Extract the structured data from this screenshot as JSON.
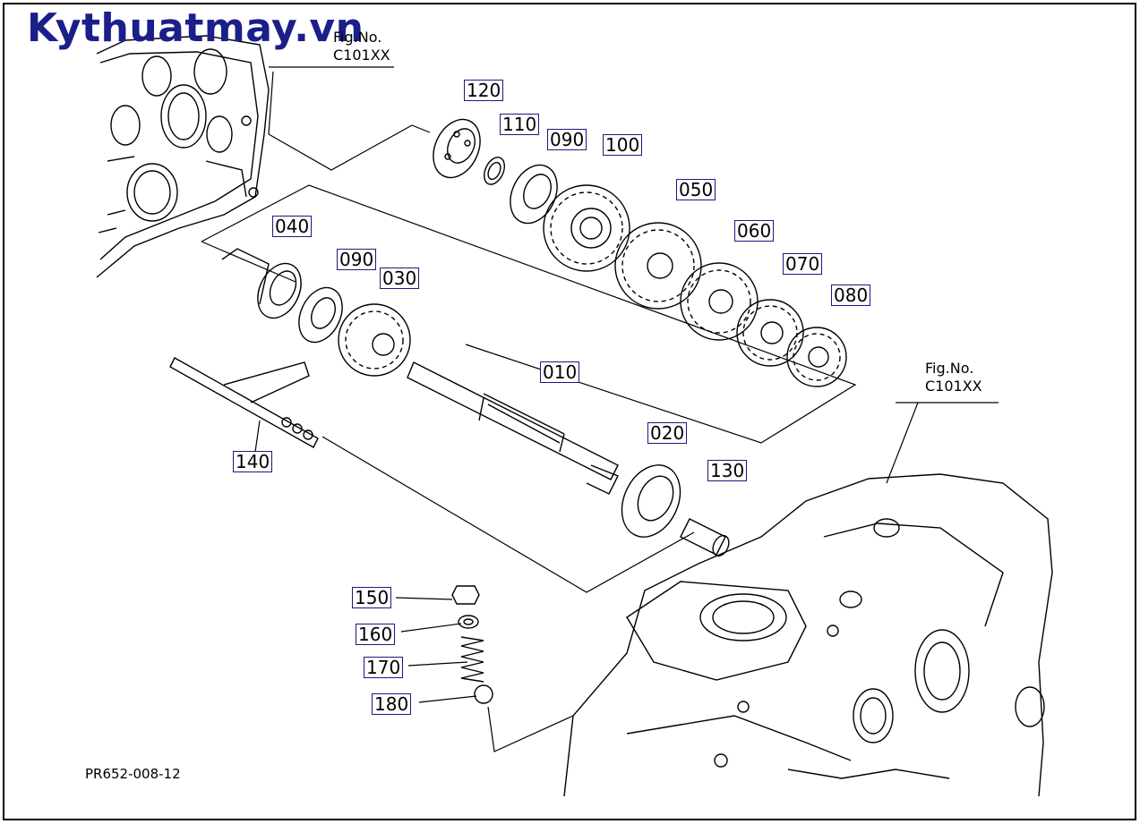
{
  "watermark": "Kythuatmay.vn",
  "fig_ref_top": {
    "line1": "Fig.No.",
    "line2": "C101XX"
  },
  "fig_ref_right": {
    "line1": "Fig.No.",
    "line2": "C101XX"
  },
  "doc_id": "PR652-008-12",
  "callouts": {
    "c120": "120",
    "c110": "110",
    "c090a": "090",
    "c100": "100",
    "c050": "050",
    "c060": "060",
    "c070": "070",
    "c080": "080",
    "c040": "040",
    "c090b": "090",
    "c030": "030",
    "c010": "010",
    "c020": "020",
    "c130": "130",
    "c140": "140",
    "c150": "150",
    "c160": "160",
    "c170": "170",
    "c180": "180"
  }
}
